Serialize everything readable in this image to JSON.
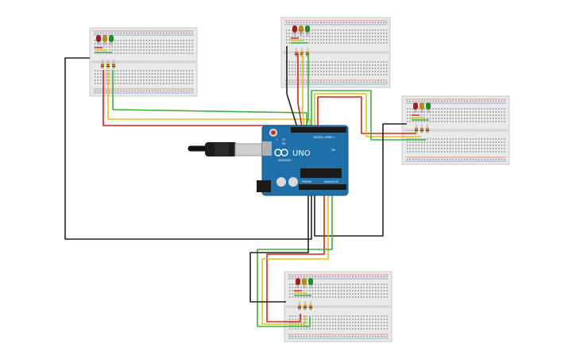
{
  "board": {
    "model_text": "UNO",
    "brand_text": "ARDUINO",
    "digital_header_label": "DIGITAL (PWM~)",
    "power_header_label": "POWER",
    "analog_header_label": "ANALOG IN",
    "tx_label": "TX",
    "rx_label": "RX",
    "on_label": "ON",
    "l_label": "L"
  },
  "breadboards": [
    {
      "id": "bb-top-left"
    },
    {
      "id": "bb-top-center"
    },
    {
      "id": "bb-right"
    },
    {
      "id": "bb-bottom"
    }
  ],
  "led_colors": {
    "red": "#a61c1c",
    "yellow": "#b38a1a",
    "green": "#1f8a2a"
  },
  "wire_colors": {
    "red": "#d62020",
    "yellow": "#e3c21a",
    "green": "#3cb43c",
    "black": "#222222"
  },
  "colors": {
    "board_blue": "#1f6fa8",
    "breadboard_body": "#e9e9e9",
    "rail_red": "#d94040",
    "rail_blue": "#4a6fd0"
  }
}
